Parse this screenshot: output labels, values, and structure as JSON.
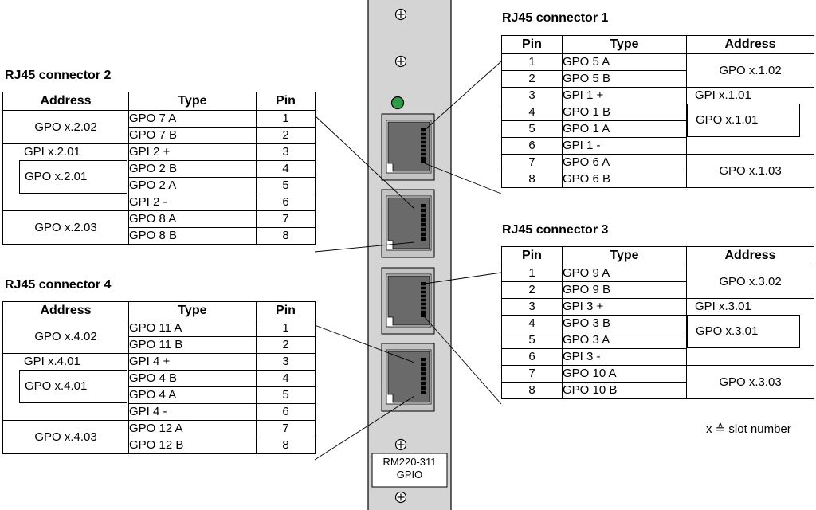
{
  "headers": {
    "pin": "Pin",
    "type": "Type",
    "address": "Address"
  },
  "connector1": {
    "title": "RJ45 connector 1",
    "rows": [
      {
        "pin": "1",
        "type": "GPO 5 A"
      },
      {
        "pin": "2",
        "type": "GPO 5 B"
      },
      {
        "pin": "3",
        "type": "GPI 1 +"
      },
      {
        "pin": "4",
        "type": "GPO 1 B"
      },
      {
        "pin": "5",
        "type": "GPO 1 A"
      },
      {
        "pin": "6",
        "type": "GPI 1 -"
      },
      {
        "pin": "7",
        "type": "GPO 6 A"
      },
      {
        "pin": "8",
        "type": "GPO 6 B"
      }
    ],
    "addresses": [
      "GPO x.1.02",
      "GPI x.1.01",
      "GPO x.1.01",
      "GPO x.1.03"
    ]
  },
  "connector2": {
    "title": "RJ45 connector 2",
    "rows": [
      {
        "pin": "1",
        "type": "GPO 7 A"
      },
      {
        "pin": "2",
        "type": "GPO 7 B"
      },
      {
        "pin": "3",
        "type": "GPI 2 +"
      },
      {
        "pin": "4",
        "type": "GPO 2 B"
      },
      {
        "pin": "5",
        "type": "GPO 2 A"
      },
      {
        "pin": "6",
        "type": "GPI 2 -"
      },
      {
        "pin": "7",
        "type": "GPO 8 A"
      },
      {
        "pin": "8",
        "type": "GPO 8 B"
      }
    ],
    "addresses": [
      "GPO x.2.02",
      "GPI x.2.01",
      "GPO x.2.01",
      "GPO x.2.03"
    ]
  },
  "connector3": {
    "title": "RJ45 connector 3",
    "rows": [
      {
        "pin": "1",
        "type": "GPO 9 A"
      },
      {
        "pin": "2",
        "type": "GPO 9 B"
      },
      {
        "pin": "3",
        "type": "GPI 3 +"
      },
      {
        "pin": "4",
        "type": "GPO 3 B"
      },
      {
        "pin": "5",
        "type": "GPO 3 A"
      },
      {
        "pin": "6",
        "type": "GPI 3 -"
      },
      {
        "pin": "7",
        "type": "GPO 10 A"
      },
      {
        "pin": "8",
        "type": "GPO 10 B"
      }
    ],
    "addresses": [
      "GPO x.3.02",
      "GPI x.3.01",
      "GPO x.3.01",
      "GPO x.3.03"
    ]
  },
  "connector4": {
    "title": "RJ45 connector 4",
    "rows": [
      {
        "pin": "1",
        "type": "GPO 11 A"
      },
      {
        "pin": "2",
        "type": "GPO 11 B"
      },
      {
        "pin": "3",
        "type": "GPI 4 +"
      },
      {
        "pin": "4",
        "type": "GPO 4 B"
      },
      {
        "pin": "5",
        "type": "GPO 4 A"
      },
      {
        "pin": "6",
        "type": "GPI 4 -"
      },
      {
        "pin": "7",
        "type": "GPO 12 A"
      },
      {
        "pin": "8",
        "type": "GPO 12 B"
      }
    ],
    "addresses": [
      "GPO x.4.02",
      "GPI x.4.01",
      "GPO x.4.01",
      "GPO x.4.03"
    ]
  },
  "panel": {
    "model": "RM220-311",
    "name": "GPIO",
    "led_color": "#2e9a46"
  },
  "slot_note": "x ≙ slot number",
  "icons": {
    "screw": "screw-icon",
    "led": "led-icon",
    "port": "rj45-port-icon"
  }
}
